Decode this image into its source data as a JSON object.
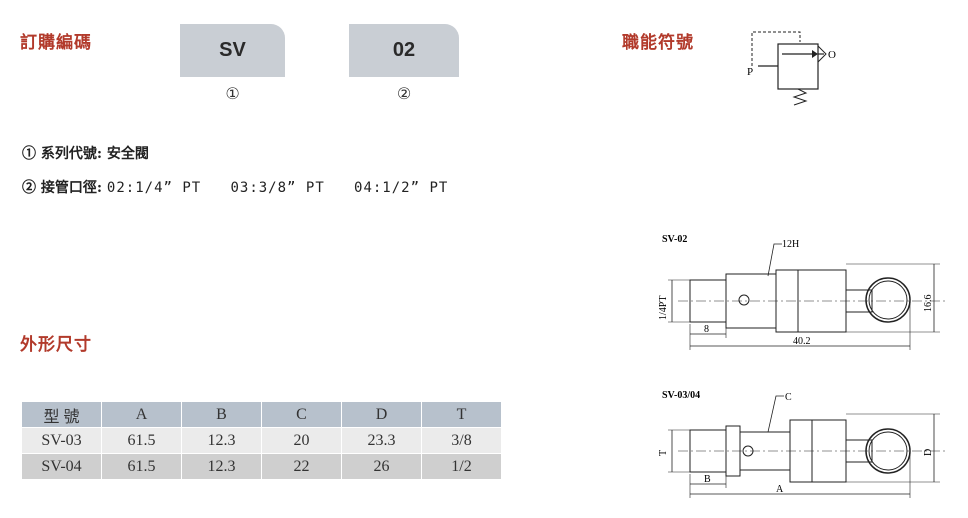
{
  "order_code": {
    "title": "訂購編碼",
    "boxes": [
      {
        "code": "SV",
        "marker": "①"
      },
      {
        "code": "02",
        "marker": "②"
      }
    ]
  },
  "function_symbol": {
    "title": "職能符號",
    "port_p": "P",
    "port_o": "O"
  },
  "notes": {
    "line1_marker": "①",
    "line1_label": "系列代號:",
    "line1_value": "安全閥",
    "line2_marker": "②",
    "line2_label": "接管口徑:",
    "line2_opt1": "02:1/4” PT",
    "line2_opt2": "03:3/8” PT",
    "line2_opt3": "04:1/2” PT"
  },
  "dimensions": {
    "title": "外形尺寸",
    "headers": [
      "型 號",
      "A",
      "B",
      "C",
      "D",
      "T"
    ],
    "rows": [
      [
        "SV-03",
        "61.5",
        "12.3",
        "20",
        "23.3",
        "3/8"
      ],
      [
        "SV-04",
        "61.5",
        "12.3",
        "22",
        "26",
        "1/2"
      ]
    ]
  },
  "drawing_sv02": {
    "title": "SV-02",
    "hex_label": "12H",
    "thread_label": "1/4PT",
    "dim_thread_len": "8",
    "dim_total_len": "40.2",
    "dim_height": "16.6"
  },
  "drawing_sv0304": {
    "title": "SV-03/04",
    "hex_label": "C",
    "thread_label": "T",
    "dim_thread_len": "B",
    "dim_total_len": "A",
    "dim_height": "D"
  }
}
